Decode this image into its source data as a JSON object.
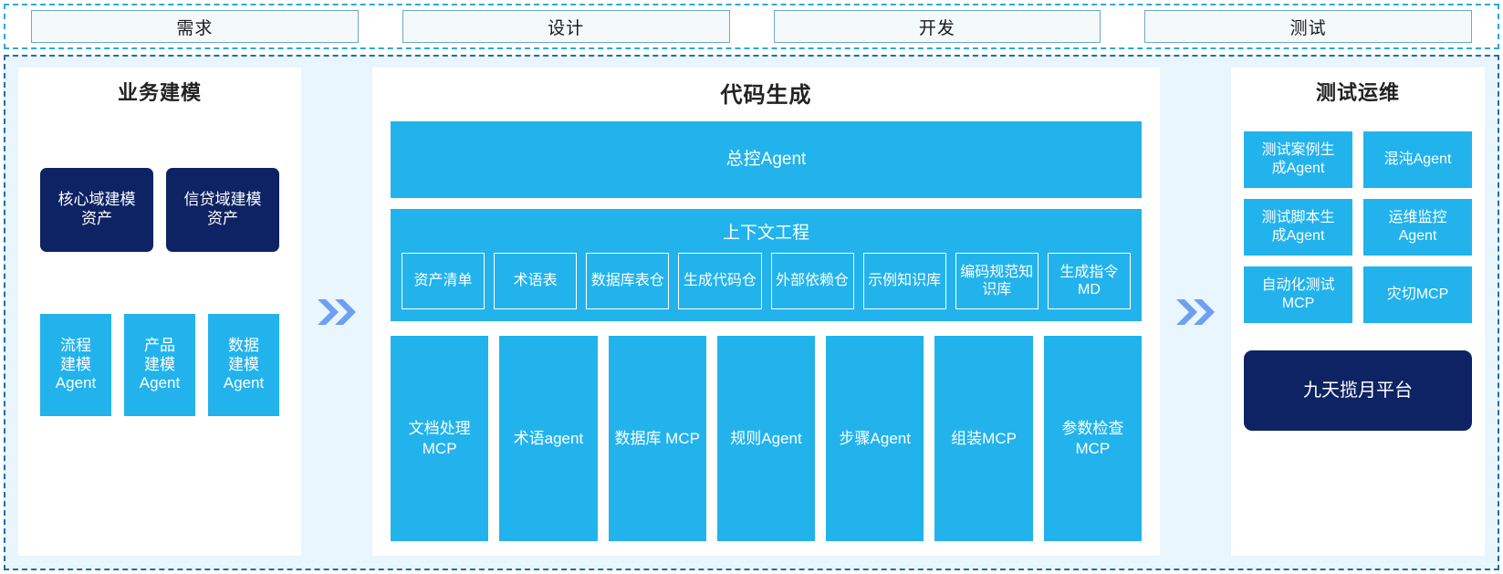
{
  "phases": {
    "items": [
      {
        "label": "需求"
      },
      {
        "label": "设计"
      },
      {
        "label": "开发"
      },
      {
        "label": "测试"
      }
    ]
  },
  "colors": {
    "cyan": "#22b3ed",
    "navy": "#0d2364",
    "panel_bg": "#ffffff",
    "band_bg": "#eaf6fd",
    "dashed_border": "#1f6fa8",
    "phase_border": "#6fa8c9",
    "phase_bg": "#f4f9fc",
    "arrow": "#6f9ff0"
  },
  "left_panel": {
    "title": "业务建模",
    "assets": [
      {
        "label": "核心域建模\n资产"
      },
      {
        "label": "信贷域建模\n资产"
      }
    ],
    "agents": [
      {
        "label": "流程\n建模\nAgent"
      },
      {
        "label": "产品\n建模\nAgent"
      },
      {
        "label": "数据\n建模\nAgent"
      }
    ]
  },
  "mid_panel": {
    "title": "代码生成",
    "master_agent": "总控Agent",
    "context": {
      "title": "上下文工程",
      "items": [
        {
          "label": "资产清单"
        },
        {
          "label": "术语表"
        },
        {
          "label": "数据库表仓"
        },
        {
          "label": "生成代码仓"
        },
        {
          "label": "外部依赖仓"
        },
        {
          "label": "示例知识库"
        },
        {
          "label": "编码规范知识库"
        },
        {
          "label": "生成指令MD"
        }
      ]
    },
    "tools": [
      {
        "label": "文档处理\nMCP"
      },
      {
        "label": "术语agent"
      },
      {
        "label": "数据库\nMCP"
      },
      {
        "label": "规则Agent"
      },
      {
        "label": "步骤Agent"
      },
      {
        "label": "组装MCP"
      },
      {
        "label": "参数检查\nMCP"
      }
    ]
  },
  "right_panel": {
    "title": "测试运维",
    "items": [
      {
        "label": "测试案例生\n成Agent"
      },
      {
        "label": "混沌Agent"
      },
      {
        "label": "测试脚本生\n成Agent"
      },
      {
        "label": "运维监控\nAgent"
      },
      {
        "label": "自动化测试\nMCP"
      },
      {
        "label": "灾切MCP"
      }
    ],
    "platform": "九天揽月平台"
  },
  "arrows": {
    "icon": "double-chevron-right-icon"
  }
}
